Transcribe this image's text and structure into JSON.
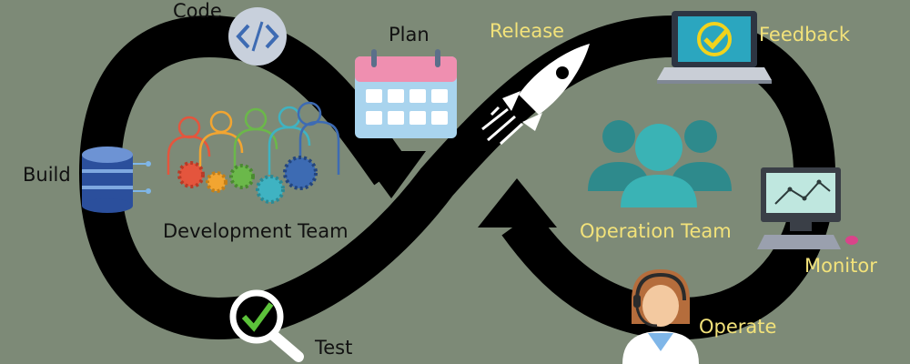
{
  "labels": {
    "code": "Code",
    "plan": "Plan",
    "build": "Build",
    "development_team": "Development Team",
    "test": "Test",
    "release": "Release",
    "feedback": "Feedback",
    "operation_team": "Operation Team",
    "monitor": "Monitor",
    "operate": "Operate"
  },
  "icons": [
    "code-icon",
    "calendar-icon",
    "database-icon",
    "team-gears-icon",
    "magnifier-check-icon",
    "rocket-icon",
    "laptop-check-icon",
    "people-icon",
    "monitor-chart-icon",
    "operator-headset-icon"
  ],
  "colors": {
    "background": "#7d8a77",
    "loop": "#000000",
    "dev_text": "#111111",
    "ops_text": "#f2e27a",
    "accent_blue": "#3d6bb3",
    "teal": "#2e8a8c"
  }
}
